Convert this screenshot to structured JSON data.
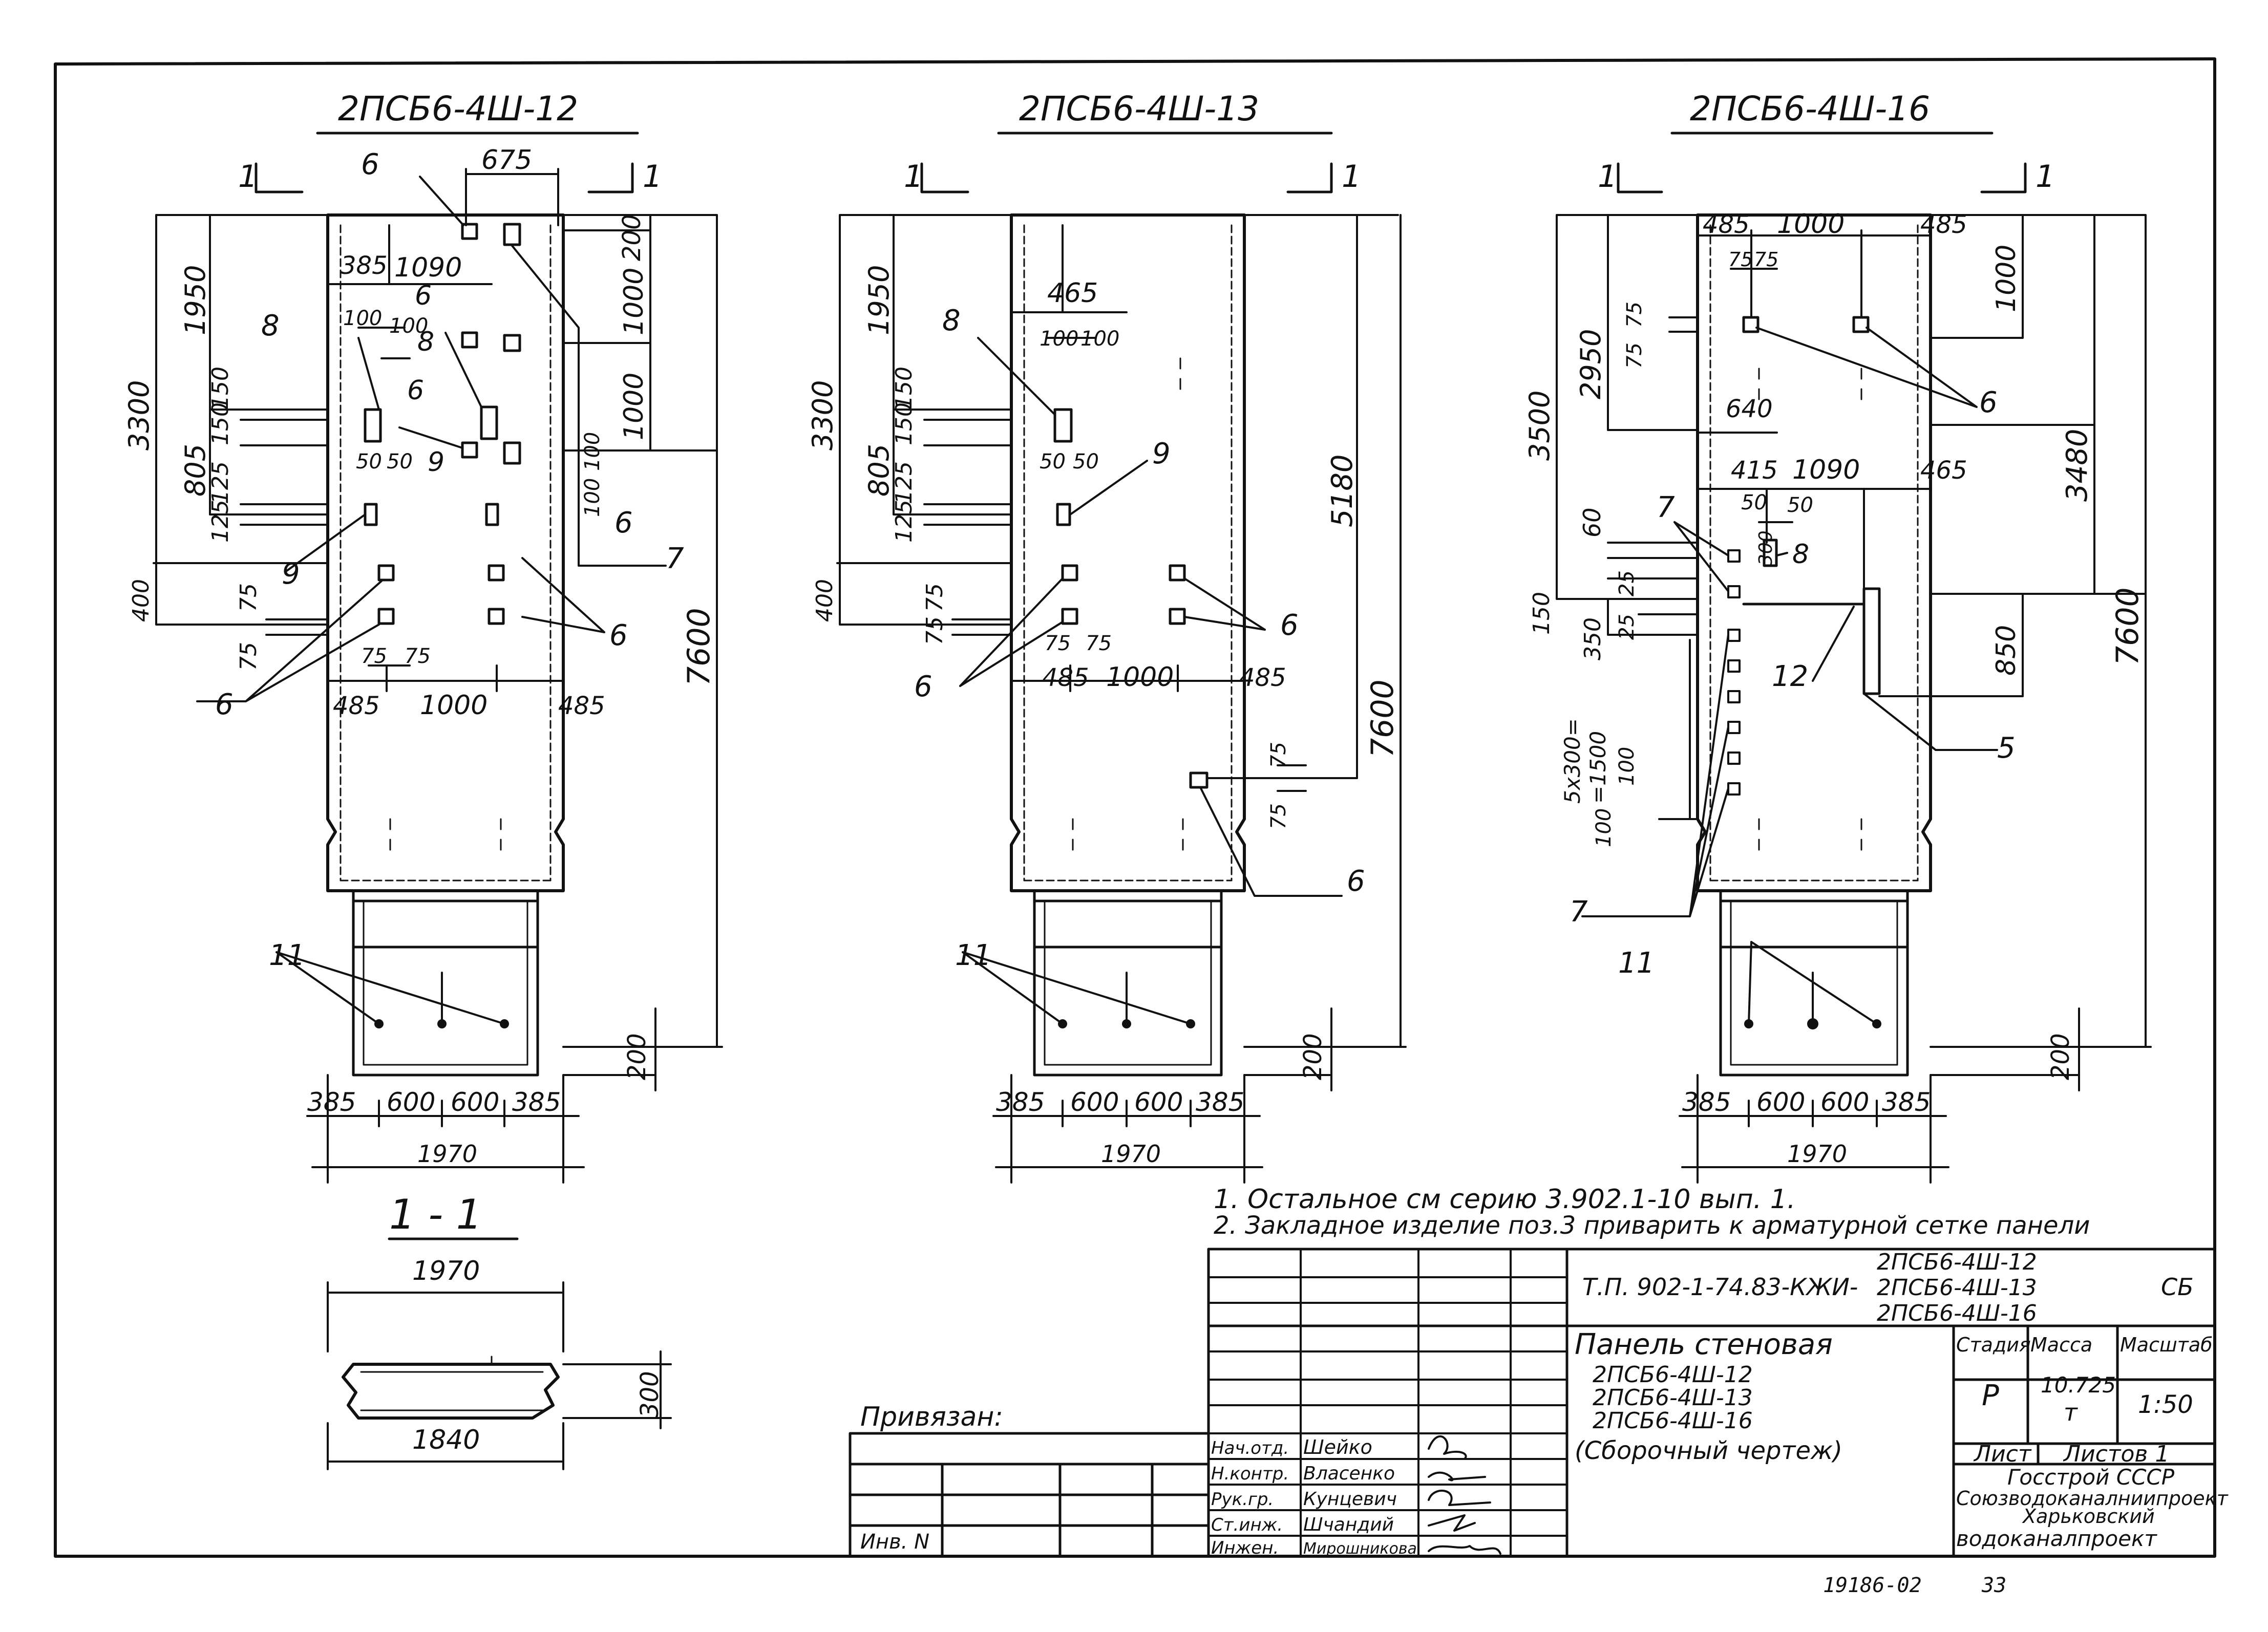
{
  "panels": [
    {
      "title": "2ПСБ6-4Ш-12",
      "dims_left": [
        "3300",
        "1950",
        "805",
        "150",
        "150",
        "125",
        "125",
        "400",
        "75",
        "75"
      ],
      "dims_top": [
        "675",
        "385",
        "1090",
        "100",
        "100",
        "50",
        "50"
      ],
      "dims_right": [
        "200",
        "1000",
        "1000",
        "100",
        "100",
        "7600"
      ],
      "dims_mid": [
        "75",
        "75",
        "485",
        "1000",
        "485"
      ],
      "dims_bottom": [
        "385",
        "600",
        "600",
        "385",
        "1970",
        "200"
      ],
      "items": [
        "6",
        "8",
        "6",
        "8",
        "6",
        "9",
        "6",
        "7",
        "6",
        "6",
        "9",
        "11"
      ],
      "section": [
        "1",
        "1"
      ]
    },
    {
      "title": "2ПСБ6-4Ш-13",
      "dims_left": [
        "3300",
        "1950",
        "805",
        "150",
        "150",
        "125",
        "125",
        "400",
        "75",
        "75"
      ],
      "dims_top": [
        "465",
        "100",
        "100",
        "50",
        "50"
      ],
      "dims_right": [
        "5180",
        "7600",
        "75",
        "75"
      ],
      "dims_mid": [
        "75",
        "75",
        "485",
        "1000",
        "485"
      ],
      "dims_bottom": [
        "385",
        "600",
        "600",
        "385",
        "1970",
        "200"
      ],
      "items": [
        "8",
        "9",
        "6",
        "6",
        "6",
        "11"
      ],
      "section": [
        "1",
        "1"
      ]
    },
    {
      "title": "2ПСБ6-4Ш-16",
      "dims_left": [
        "3500",
        "2950",
        "75",
        "75",
        "60",
        "150",
        "25",
        "350",
        "25",
        "5x300=",
        "=1500",
        "100",
        "100"
      ],
      "dims_top": [
        "485",
        "1000",
        "485",
        "75",
        "75",
        "640",
        "415",
        "1090",
        "465",
        "50",
        "50",
        "300"
      ],
      "dims_right": [
        "1000",
        "3480",
        "850",
        "7600"
      ],
      "dims_bottom": [
        "385",
        "600",
        "600",
        "385",
        "1970",
        "200"
      ],
      "items": [
        "6",
        "6",
        "7",
        "8",
        "12",
        "5",
        "7",
        "11"
      ],
      "section": [
        "1",
        "1"
      ]
    }
  ],
  "section_view": {
    "title": "1 - 1",
    "top_dim": "1970",
    "bottom_dim": "1840",
    "height_dim": "300"
  },
  "notes": [
    "1. Остальное см серию  3.902.1-10  вып. 1.",
    "2. Закладное изделие поз.3 приварить к арматурной сетке панели"
  ],
  "title_block": {
    "doc_code": "Т.П. 902-1-74.83-КЖИ-",
    "marks": [
      "2ПСБ6-4Ш-12",
      "2ПСБ6-4Ш-13",
      "2ПСБ6-4Ш-16"
    ],
    "kind": "СБ",
    "name": "Панель стеновая",
    "name_marks": [
      "2ПСБ6-4Ш-12",
      "2ПСБ6-4Ш-13",
      "2ПСБ6-4Ш-16"
    ],
    "name_sub": "(Сборочный чертеж)",
    "col_stage": "Стадия",
    "col_mass": "Масса",
    "col_scale": "Масштаб",
    "stage": "Р",
    "mass": "10.725",
    "mass_unit": "т",
    "scale": "1:50",
    "sheet": "Лист",
    "sheets": "Листов 1",
    "org1": "Госстрой СССР",
    "org2": "Союзводоканалниипроект",
    "org3": "Харьковский",
    "org4": "водоканалпроект",
    "attached": "Привязан:",
    "inv": "Инв. N",
    "roles": [
      "Нач.отд.",
      "Н.контр.",
      "Рук.гр.",
      "Ст.инж.",
      "Инжен."
    ],
    "names": [
      "Шейко",
      "Власенко",
      "Кунцевич",
      "Шчандий",
      "Мирошникова"
    ]
  },
  "stamp": {
    "number": "19186-02",
    "page": "33"
  }
}
